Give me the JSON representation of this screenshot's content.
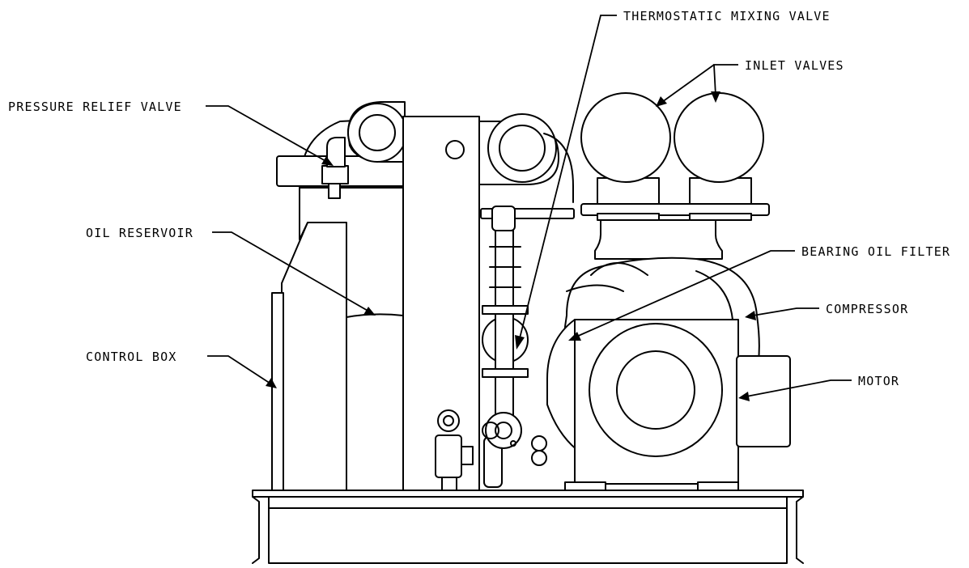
{
  "labels": {
    "thermostatic_mixing_valve": "THERMOSTATIC MIXING VALVE",
    "inlet_valves": "INLET VALVES",
    "pressure_relief_valve": "PRESSURE RELIEF VALVE",
    "oil_reservoir": "OIL RESERVOIR",
    "bearing_oil_filter": "BEARING OIL FILTER",
    "compressor": "COMPRESSOR",
    "control_box": "CONTROL BOX",
    "motor": "MOTOR"
  }
}
